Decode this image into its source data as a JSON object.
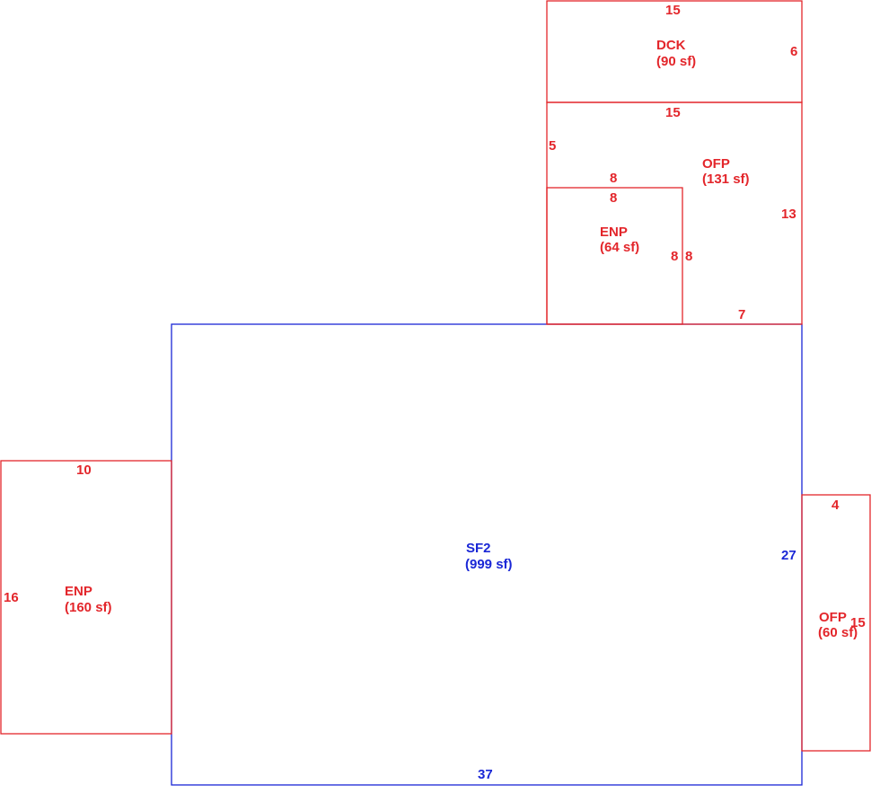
{
  "colors": {
    "addition": "#e3262b",
    "main_structure": "#1a27d6"
  },
  "areas": {
    "dck": {
      "code": "DCK",
      "area": "(90 sf)"
    },
    "ofp_top": {
      "code": "OFP",
      "area": "(131 sf)"
    },
    "enp_top": {
      "code": "ENP",
      "area": "(64 sf)"
    },
    "sf2": {
      "code": "SF2",
      "area": "(999 sf)"
    },
    "enp_left": {
      "code": "ENP",
      "area": "(160 sf)"
    },
    "ofp_right": {
      "code": "OFP",
      "area": "(60 sf)"
    }
  },
  "dimensions": {
    "dck_top": "15",
    "dck_right": "6",
    "ofp_top": "15",
    "ofp_left": "5",
    "ofp_right": "13",
    "ofp_bottom": "7",
    "ofp_inner_top": "8",
    "enp_top": "8",
    "enp_right_inner": "8",
    "enp_right_outer": "8",
    "sf2_right": "27",
    "sf2_bottom": "37",
    "enp_left_top": "10",
    "enp_left_side": "16",
    "ofp_right_top": "4",
    "ofp_right_side": "15"
  }
}
